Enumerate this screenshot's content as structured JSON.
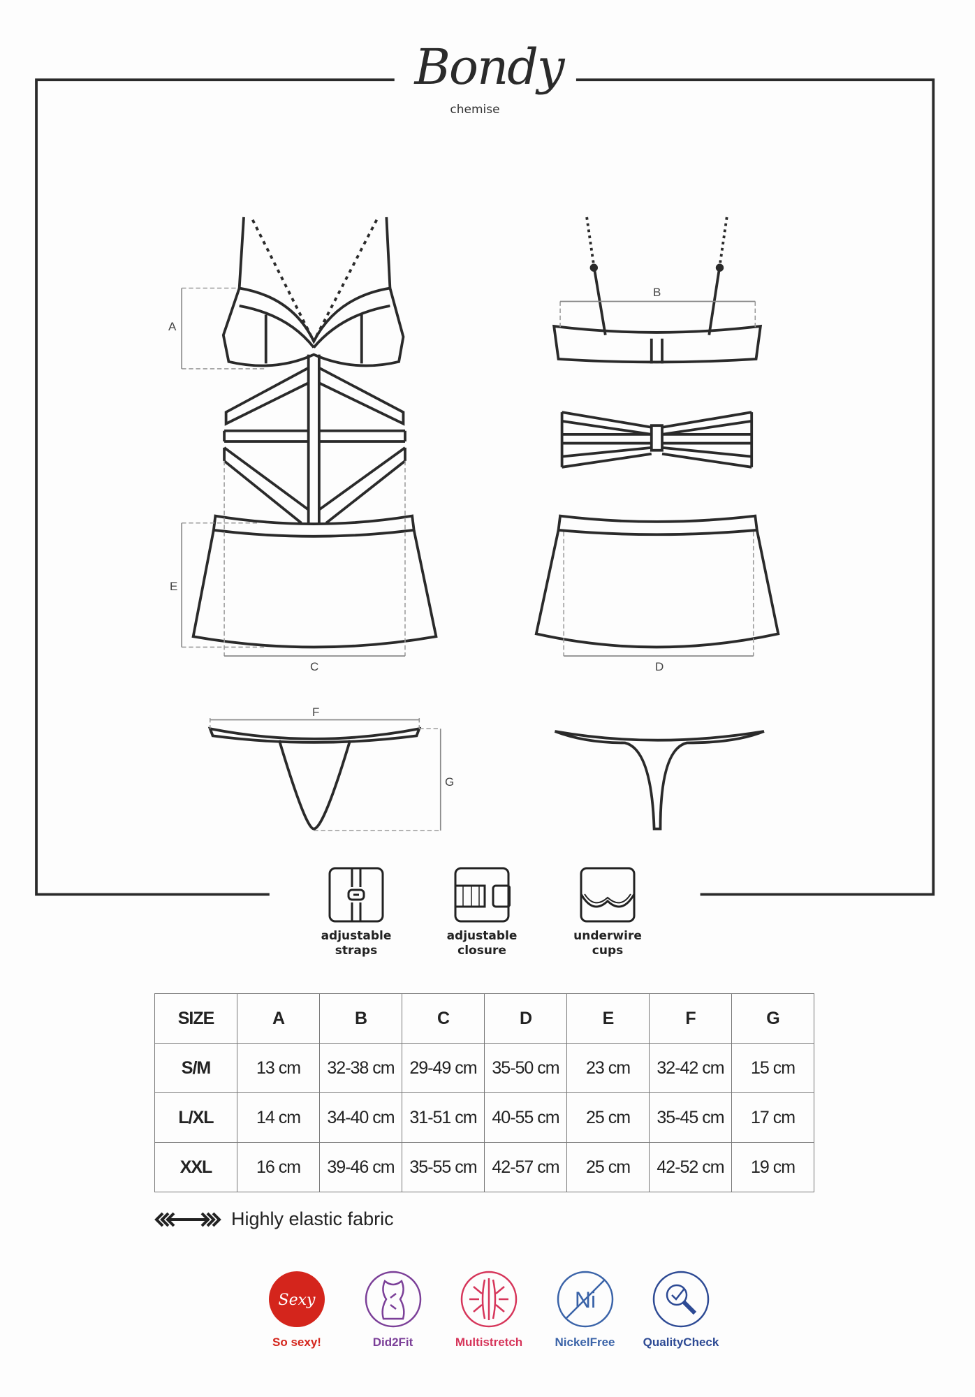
{
  "header": {
    "brand": "Bondy",
    "product_type": "chemise"
  },
  "dimension_labels": {
    "A": "A",
    "B": "B",
    "C": "C",
    "D": "D",
    "E": "E",
    "F": "F",
    "G": "G"
  },
  "features": [
    {
      "icon": "adjustable-straps-icon",
      "line1": "adjustable",
      "line2": "straps"
    },
    {
      "icon": "adjustable-closure-icon",
      "line1": "adjustable",
      "line2": "closure"
    },
    {
      "icon": "underwire-cups-icon",
      "line1": "underwire",
      "line2": "cups"
    }
  ],
  "size_table": {
    "headers": [
      "SIZE",
      "A",
      "B",
      "C",
      "D",
      "E",
      "F",
      "G"
    ],
    "rows": [
      [
        "S/M",
        "13 cm",
        "32-38 cm",
        "29-49 cm",
        "35-50 cm",
        "23 cm",
        "32-42 cm",
        "15 cm"
      ],
      [
        "L/XL",
        "14 cm",
        "34-40 cm",
        "31-51 cm",
        "40-55 cm",
        "25 cm",
        "35-45 cm",
        "17 cm"
      ],
      [
        "XXL",
        "16 cm",
        "39-46 cm",
        "35-55 cm",
        "42-57 cm",
        "25 cm",
        "42-52 cm",
        "19 cm"
      ]
    ]
  },
  "elastic_note": "Highly elastic fabric",
  "badges": [
    {
      "label": "So sexy!",
      "icon_text": "Sexy",
      "color": "#d4251c"
    },
    {
      "label": "Did2Fit",
      "color": "#7b3f98"
    },
    {
      "label": "Multistretch",
      "color": "#d6355a"
    },
    {
      "label": "NickelFree",
      "icon_text": "Ni",
      "color": "#3a63a8"
    },
    {
      "label": "QualityCheck",
      "color": "#2d4a94"
    }
  ]
}
